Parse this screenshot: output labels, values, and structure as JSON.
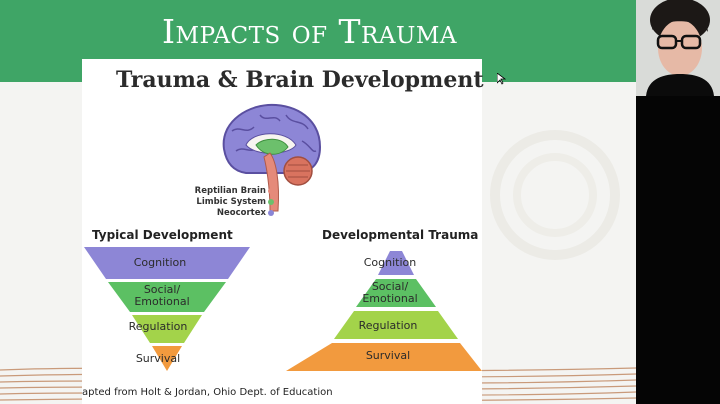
{
  "slide": {
    "title": "Impacts of Trauma",
    "colors": {
      "title_bar": "#3fa566",
      "background": "#f4f4f2"
    }
  },
  "figure": {
    "heading": "Trauma & Brain Development",
    "brain_legend": [
      {
        "label": "Reptilian Brain",
        "color": "#e58a7a"
      },
      {
        "label": "Limbic System",
        "color": "#6cc06c"
      },
      {
        "label": "Neocortex",
        "color": "#8a86d6"
      }
    ],
    "typical": {
      "title": "Typical Development",
      "levels": [
        "Cognition",
        "Social/\nEmotional",
        "Regulation",
        "Survival"
      ]
    },
    "developmental": {
      "title": "Developmental Trauma",
      "levels": [
        "Cognition",
        "Social/\nEmotional",
        "Regulation",
        "Survival"
      ]
    },
    "level_colors": [
      "#8d86d6",
      "#5cc063",
      "#a3d34a",
      "#f29a3e"
    ],
    "caption": "apted from Holt & Jordan, Ohio Dept. of Education"
  }
}
